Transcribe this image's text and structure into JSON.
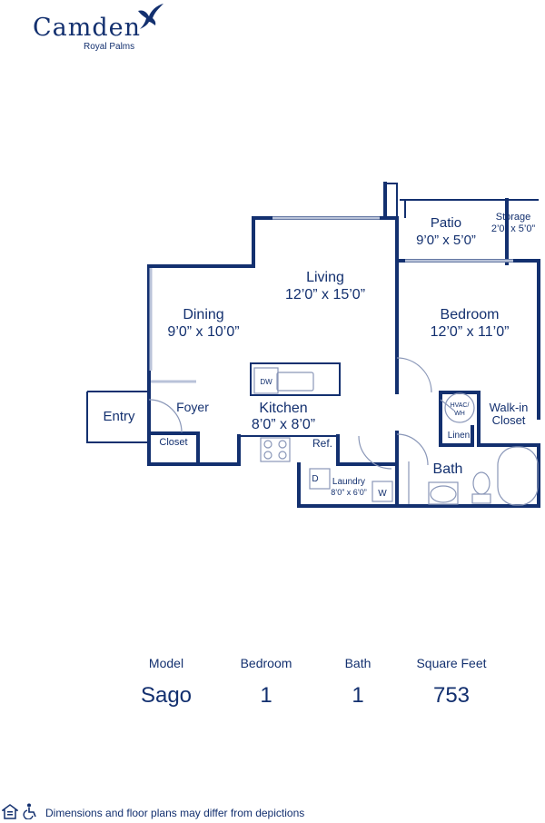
{
  "brand": {
    "name": "Camden",
    "location": "Royal Palms"
  },
  "rooms": {
    "patio": {
      "name": "Patio",
      "dims": "9’0” x 5’0”"
    },
    "storage": {
      "name": "Storage",
      "dims": "2’0” x 5’0”"
    },
    "living": {
      "name": "Living",
      "dims": "12’0” x 15’0”"
    },
    "dining": {
      "name": "Dining",
      "dims": "9’0” x 10’0”"
    },
    "bedroom": {
      "name": "Bedroom",
      "dims": "12’0” x 11’0”"
    },
    "entry": {
      "name": "Entry"
    },
    "foyer": {
      "name": "Foyer"
    },
    "kitchen": {
      "name": "Kitchen",
      "dims": "8’0” x 8’0”"
    },
    "closet": {
      "name": "Closet"
    },
    "refrigerator": {
      "name": "Ref."
    },
    "dishwasher": {
      "name": "DW"
    },
    "hvac": {
      "line1": "HVAC/",
      "line2": "WH"
    },
    "walkin": {
      "line1": "Walk-in",
      "line2": "Closet"
    },
    "linen": {
      "name": "Linen"
    },
    "bath": {
      "name": "Bath"
    },
    "laundry": {
      "name": "Laundry",
      "dims": "8’0” x 6’0”"
    },
    "dryer": {
      "name": "D"
    },
    "washer": {
      "name": "W"
    }
  },
  "summary": [
    {
      "label": "Model",
      "value": "Sago"
    },
    {
      "label": "Bedroom",
      "value": "1"
    },
    {
      "label": "Bath",
      "value": "1"
    },
    {
      "label": "Square Feet",
      "value": "753"
    }
  ],
  "footer": {
    "disclaimer": "Dimensions and floor plans may differ from depictions"
  },
  "colors": {
    "wall": "#13306f",
    "window": "#b8c2d8",
    "fixture": "#8a97b8"
  },
  "icons": [
    "bird-logo-icon",
    "equal-housing-icon",
    "wheelchair-accessible-icon"
  ]
}
